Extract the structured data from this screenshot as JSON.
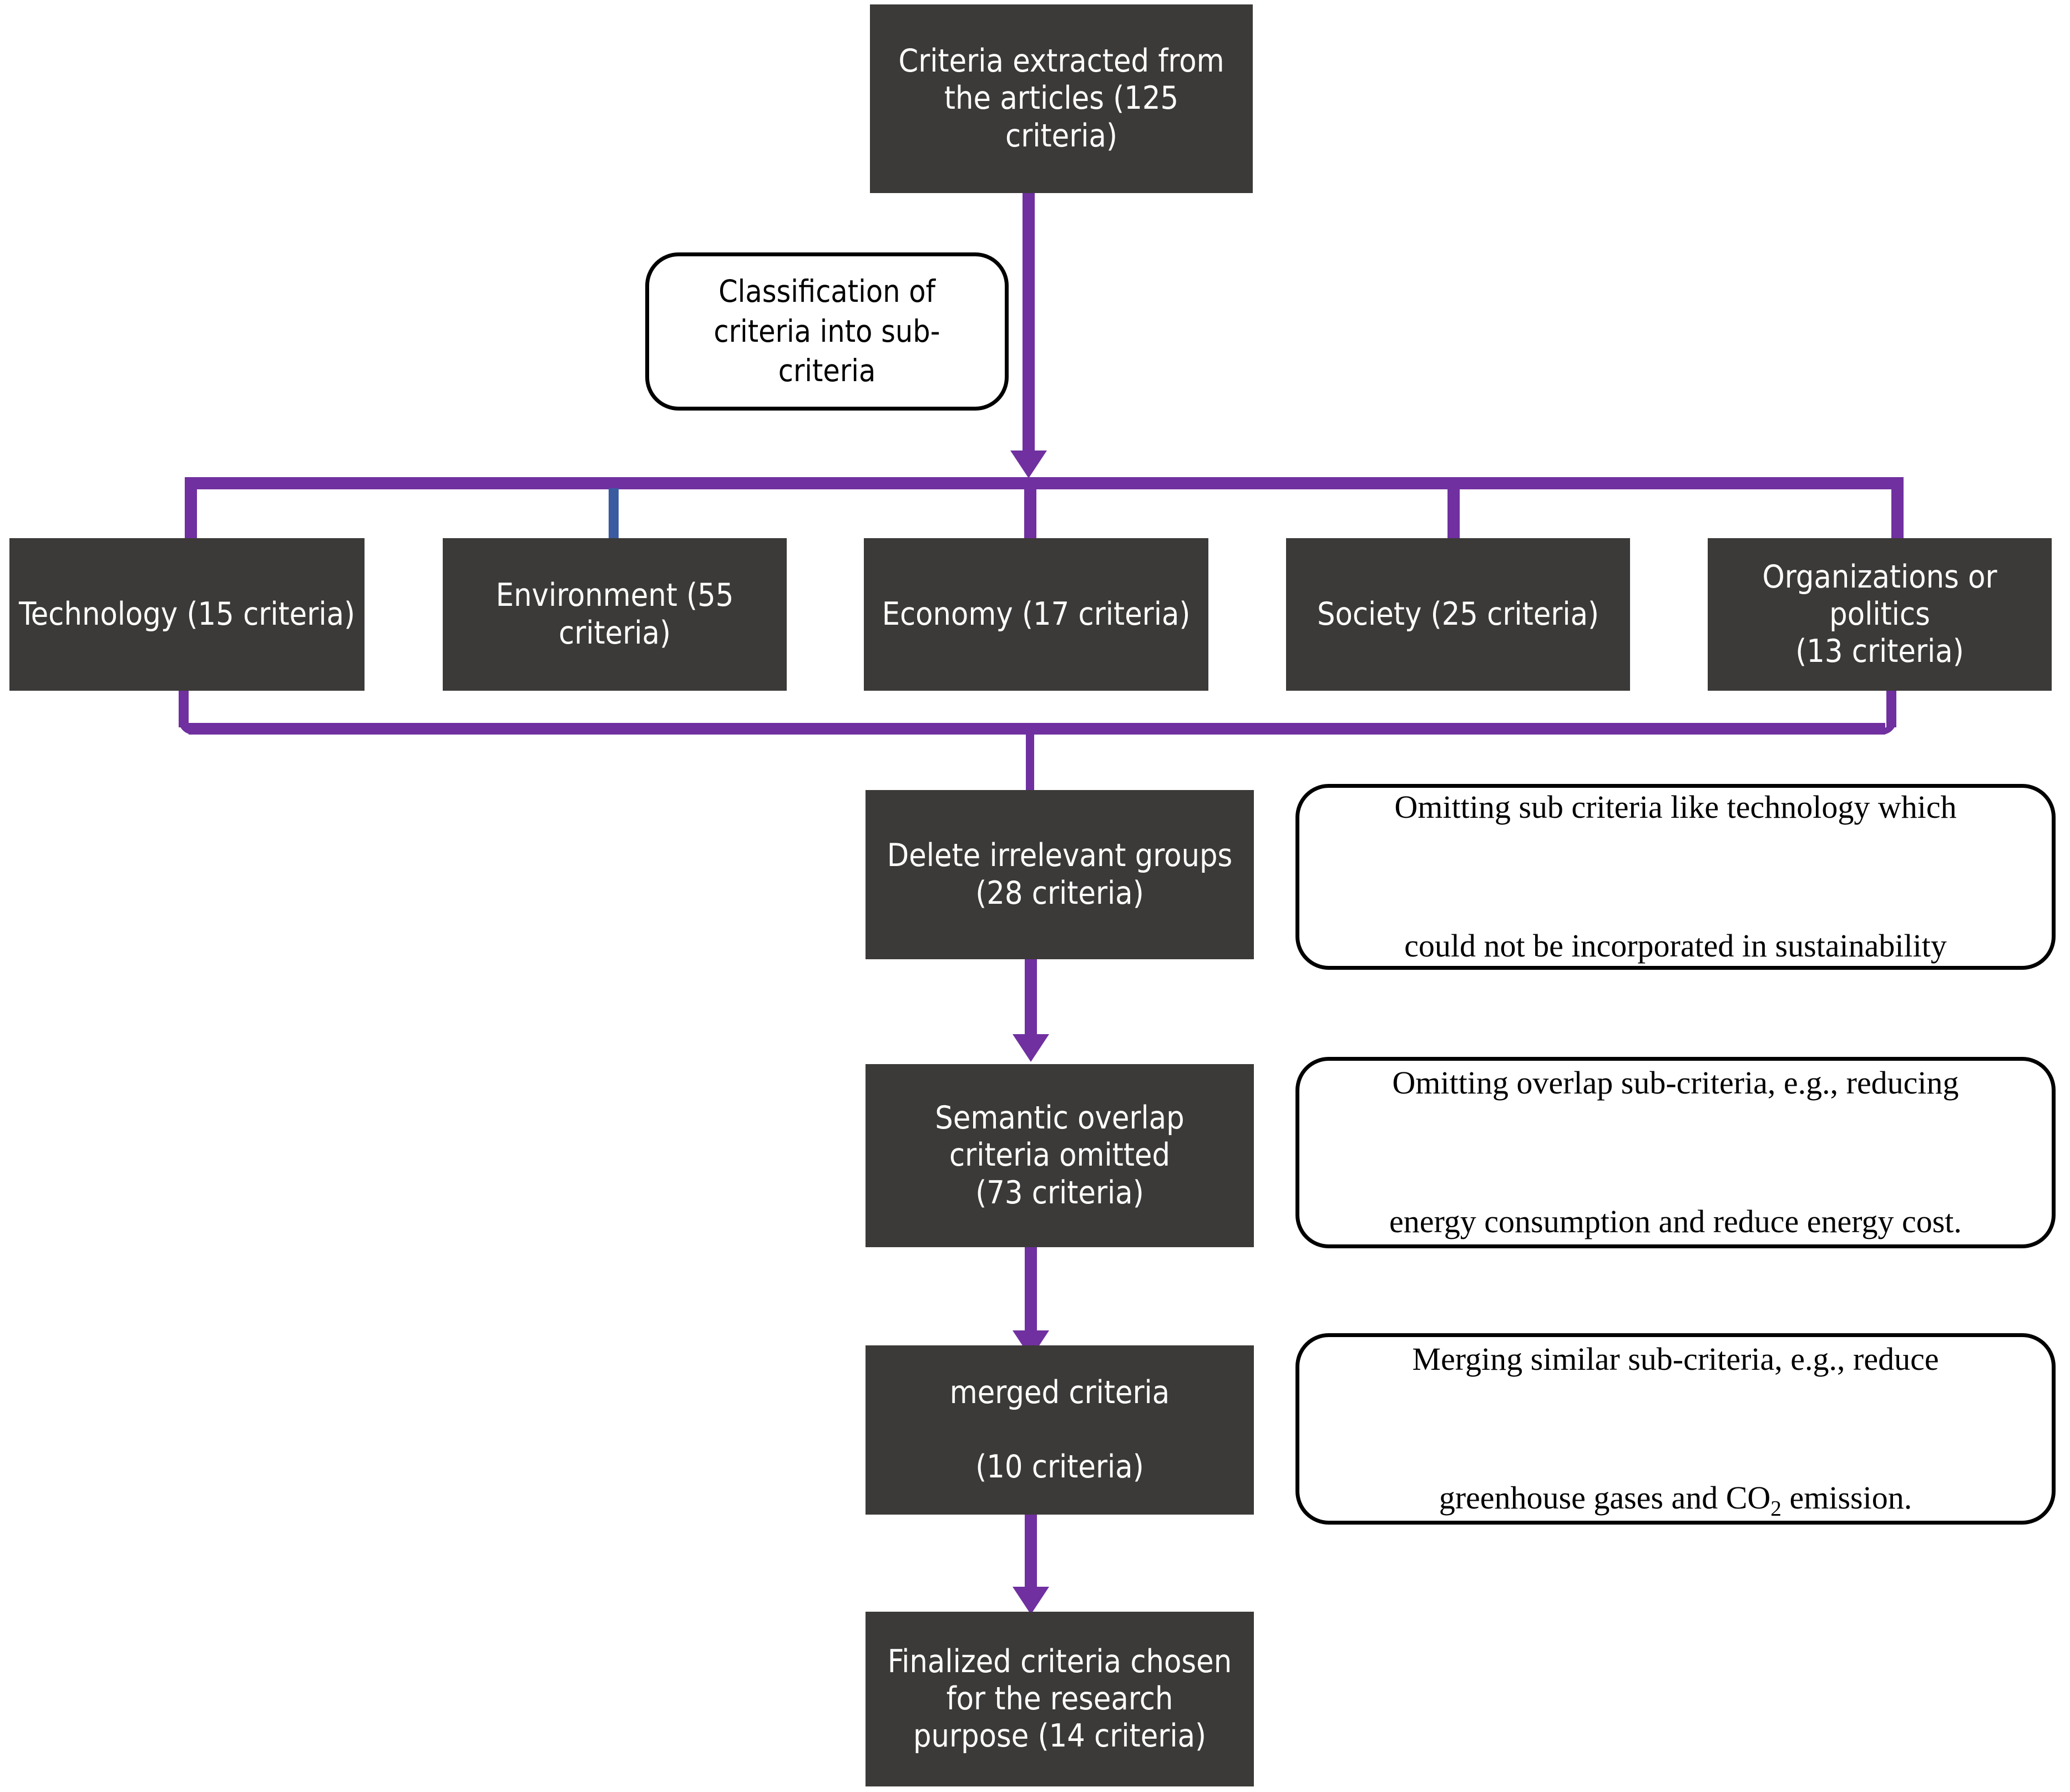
{
  "diagram": {
    "title": "Criteria selection flowchart",
    "colors": {
      "box_fill": "#3B3A38",
      "box_text": "#FFFFFF",
      "connector_purple": "#7030A0",
      "connector_blue": "#3A5BA0",
      "callout_border": "#000000",
      "background": "#FFFFFF"
    },
    "nodes": {
      "source": "Criteria extracted from\nthe articles (125\ncriteria)",
      "classification_note": "Classification of\ncriteria into sub-\ncriteria",
      "delete_irrelevant": "Delete irrelevant groups\n(28 criteria)",
      "semantic_overlap": "Semantic overlap\ncriteria omitted\n(73 criteria)",
      "merged": "merged criteria\n\n(10 criteria)",
      "finalized": "Finalized criteria chosen\nfor the research\npurpose (14 criteria)"
    },
    "categories": [
      {
        "name": "technology",
        "label": "Technology (15 criteria)"
      },
      {
        "name": "environment",
        "label": "Environment (55\ncriteria)"
      },
      {
        "name": "economy",
        "label": "Economy (17 criteria)"
      },
      {
        "name": "society",
        "label": "Society  (25 criteria)"
      },
      {
        "name": "organizations",
        "label": "Organizations or politics\n(13 criteria)"
      }
    ],
    "callouts": [
      {
        "name": "omit-technology",
        "line1": "Omitting sub criteria like technology which",
        "line2": "could not be incorporated in sustainability"
      },
      {
        "name": "omit-overlap",
        "line1": "Omitting overlap sub-criteria, e.g., reducing",
        "line2": "energy consumption and reduce energy cost."
      },
      {
        "name": "merge-similar",
        "line1": "Merging similar sub-criteria, e.g., reduce",
        "line2_pre": "greenhouse gases and CO",
        "line2_sub": "2",
        "line2_post": " emission."
      }
    ]
  }
}
